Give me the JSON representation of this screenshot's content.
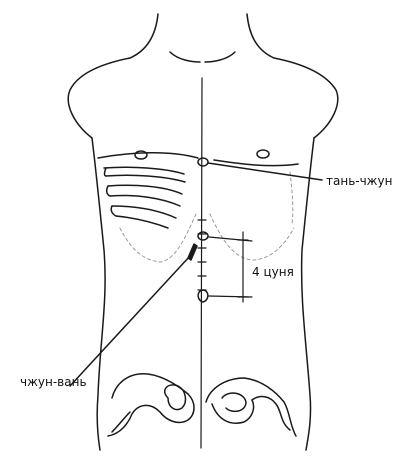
{
  "diagram": {
    "labels": {
      "tan_zhong": "тань-чжун",
      "measure": "4 цуня",
      "zhong_wan": "чжун-вань"
    },
    "colors": {
      "ink": "#1a1a1a",
      "faint": "#9a9a9a"
    }
  }
}
